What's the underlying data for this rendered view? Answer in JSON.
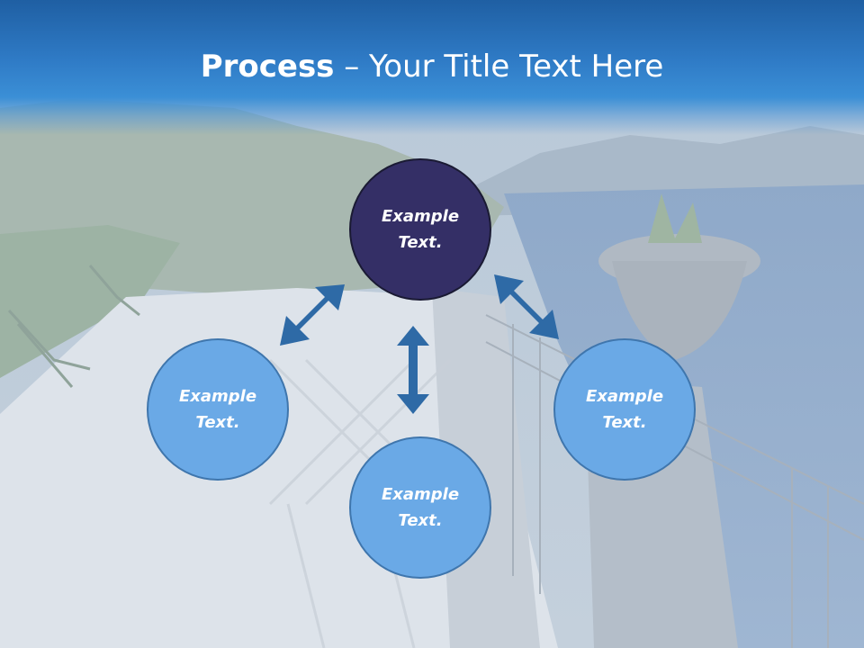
{
  "title": {
    "bold": "Process",
    "rest": " – Your Title Text Here"
  },
  "nodes": {
    "top": "Example\nText.",
    "left": "Example\nText.",
    "right": "Example\nText.",
    "bottom": "Example\nText."
  },
  "colors": {
    "title_band": "#2f7bc6",
    "center_node": "#342f66",
    "outer_node": "#6aa9e6",
    "arrow": "#2e6aa6"
  }
}
